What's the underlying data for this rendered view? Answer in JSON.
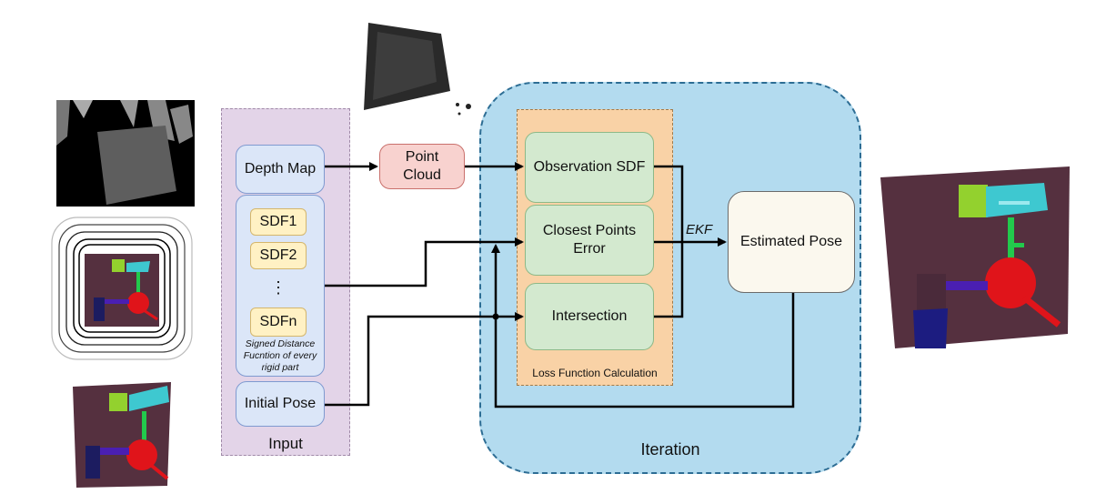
{
  "input_panel": {
    "label": "Input",
    "depth_map": "Depth Map",
    "sdf_items": [
      "SDF1",
      "SDF2",
      "SDFn"
    ],
    "sdf_ellipsis": "⋮",
    "sdf_caption": "Signed Distance Fucntion of every rigid part",
    "initial_pose": "Initial Pose"
  },
  "point_cloud": "Point\nCloud",
  "loss_panel": {
    "label": "Loss Function Calculation",
    "observation_sdf": "Observation SDF",
    "closest_points": "Closest Points\nError",
    "intersection": "Intersection"
  },
  "ekf_label": "EKF",
  "estimated_pose": "Estimated Pose",
  "iteration_label": "Iteration",
  "colors": {
    "input_panel": "#e3d4e8",
    "iteration_panel": "#b3dbef",
    "loss_panel": "#f9d2a6",
    "arrow": "#000000"
  },
  "images": [
    "depth-map-image",
    "rendered-object-image",
    "point-cloud-image",
    "estimated-render-image"
  ]
}
